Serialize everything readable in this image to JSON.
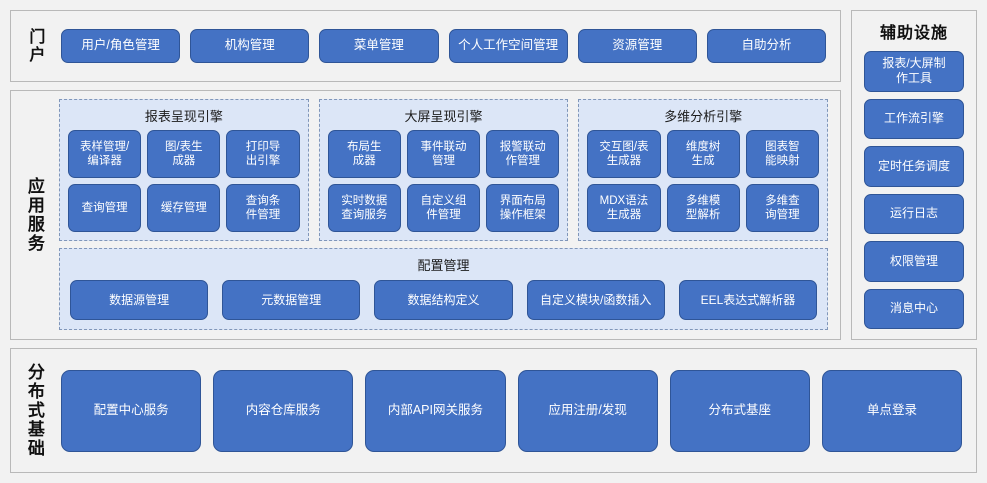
{
  "portal": {
    "label": "门户",
    "buttons": [
      "用户/角色管理",
      "机构管理",
      "菜单管理",
      "个人工作空间管理",
      "资源管理",
      "自助分析"
    ]
  },
  "app_service": {
    "label": "应用服务",
    "engines": [
      {
        "title": "报表呈现引擎",
        "items": [
          "表样管理/\n编译器",
          "图/表生\n成器",
          "打印导\n出引擎",
          "查询管理",
          "缓存管理",
          "查询条\n件管理"
        ]
      },
      {
        "title": "大屏呈现引擎",
        "items": [
          "布局生\n成器",
          "事件联动\n管理",
          "报警联动\n作管理",
          "实时数据\n查询服务",
          "自定义组\n件管理",
          "界面布局\n操作框架"
        ]
      },
      {
        "title": "多维分析引擎",
        "items": [
          "交互图/表\n生成器",
          "维度树\n生成",
          "图表智\n能映射",
          "MDX语法\n生成器",
          "多维模\n型解析",
          "多维查\n询管理"
        ]
      }
    ],
    "config": {
      "title": "配置管理",
      "items": [
        "数据源管理",
        "元数据管理",
        "数据结构定义",
        "自定义模块/函数插入",
        "EEL表达式解析器"
      ]
    }
  },
  "aux": {
    "title": "辅助设施",
    "items": [
      "报表/大屏制\n作工具",
      "工作流引擎",
      "定时任务调度",
      "运行日志",
      "权限管理",
      "消息中心"
    ]
  },
  "distributed": {
    "label": "分布式基础",
    "buttons": [
      "配置中心服务",
      "内容仓库服务",
      "内部API网关服务",
      "应用注册/发现",
      "分布式基座",
      "单点登录"
    ]
  },
  "colors": {
    "button_fill": "#4472c4",
    "button_border": "#2f5597",
    "panel_fill": "#dce6f7",
    "panel_border": "#8096b9",
    "section_bg": "#f2f2f2",
    "section_border": "#b9b9b9",
    "page_bg": "#f2f2f2"
  }
}
